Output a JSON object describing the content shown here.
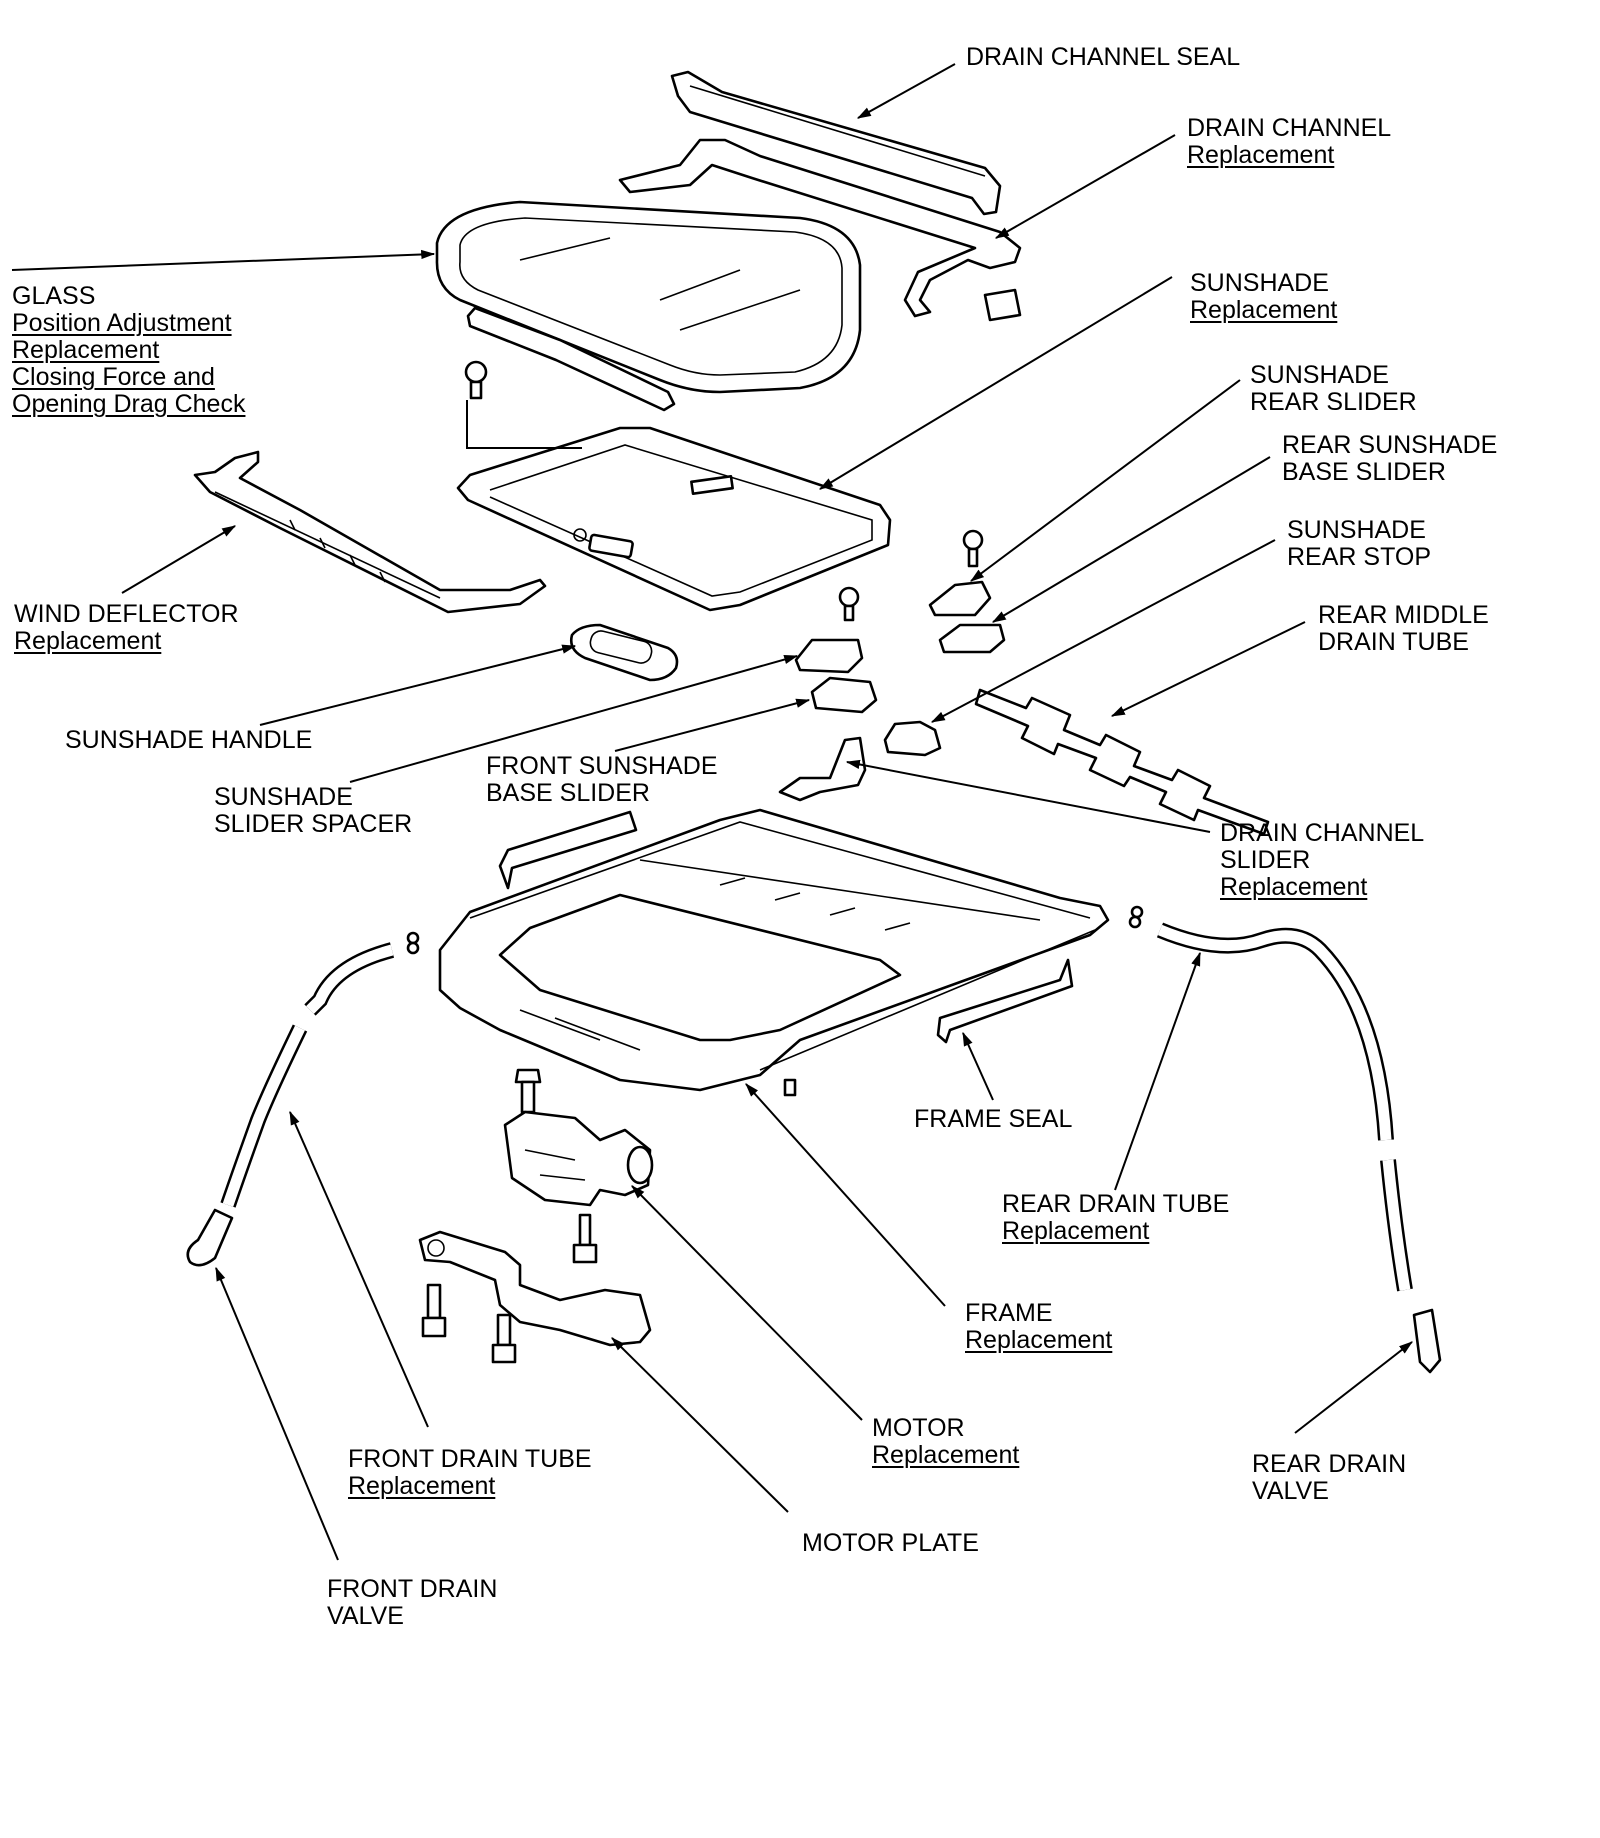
{
  "callouts": {
    "drain_channel_seal": {
      "lines": [
        "DRAIN CHANNEL SEAL"
      ],
      "links": []
    },
    "drain_channel": {
      "lines": [
        "DRAIN CHANNEL"
      ],
      "links": [
        "Replacement"
      ]
    },
    "glass": {
      "lines": [
        "GLASS"
      ],
      "links": [
        "Position Adjustment",
        "Replacement",
        "Closing Force and",
        "Opening Drag Check"
      ]
    },
    "sunshade": {
      "lines": [
        "SUNSHADE"
      ],
      "links": [
        "Replacement"
      ]
    },
    "sunshade_rear_slider": {
      "lines": [
        "SUNSHADE",
        "REAR SLIDER"
      ],
      "links": []
    },
    "rear_sunshade_base_slider": {
      "lines": [
        "REAR SUNSHADE",
        "BASE SLIDER"
      ],
      "links": []
    },
    "sunshade_rear_stop": {
      "lines": [
        "SUNSHADE",
        "REAR STOP"
      ],
      "links": []
    },
    "rear_middle_drain_tube": {
      "lines": [
        "REAR MIDDLE",
        "DRAIN TUBE"
      ],
      "links": []
    },
    "wind_deflector": {
      "lines": [
        "WIND DEFLECTOR"
      ],
      "links": [
        "Replacement"
      ]
    },
    "sunshade_handle": {
      "lines": [
        "SUNSHADE HANDLE"
      ],
      "links": []
    },
    "sunshade_slider_spacer": {
      "lines": [
        "SUNSHADE",
        "SLIDER SPACER"
      ],
      "links": []
    },
    "front_sunshade_base_slider": {
      "lines": [
        "FRONT SUNSHADE",
        "BASE SLIDER"
      ],
      "links": []
    },
    "drain_channel_slider": {
      "lines": [
        "DRAIN CHANNEL",
        "SLIDER"
      ],
      "links": [
        "Replacement"
      ]
    },
    "frame_seal": {
      "lines": [
        "FRAME SEAL"
      ],
      "links": []
    },
    "rear_drain_tube": {
      "lines": [
        "REAR DRAIN TUBE"
      ],
      "links": [
        "Replacement"
      ]
    },
    "frame": {
      "lines": [
        "FRAME"
      ],
      "links": [
        "Replacement"
      ]
    },
    "motor": {
      "lines": [
        "MOTOR"
      ],
      "links": [
        "Replacement"
      ]
    },
    "front_drain_tube": {
      "lines": [
        "FRONT DRAIN TUBE"
      ],
      "links": [
        "Replacement"
      ]
    },
    "rear_drain_valve": {
      "lines": [
        "REAR DRAIN",
        "VALVE"
      ],
      "links": []
    },
    "motor_plate": {
      "lines": [
        "MOTOR PLATE"
      ],
      "links": []
    },
    "front_drain_valve": {
      "lines": [
        "FRONT DRAIN",
        "VALVE"
      ],
      "links": []
    }
  }
}
